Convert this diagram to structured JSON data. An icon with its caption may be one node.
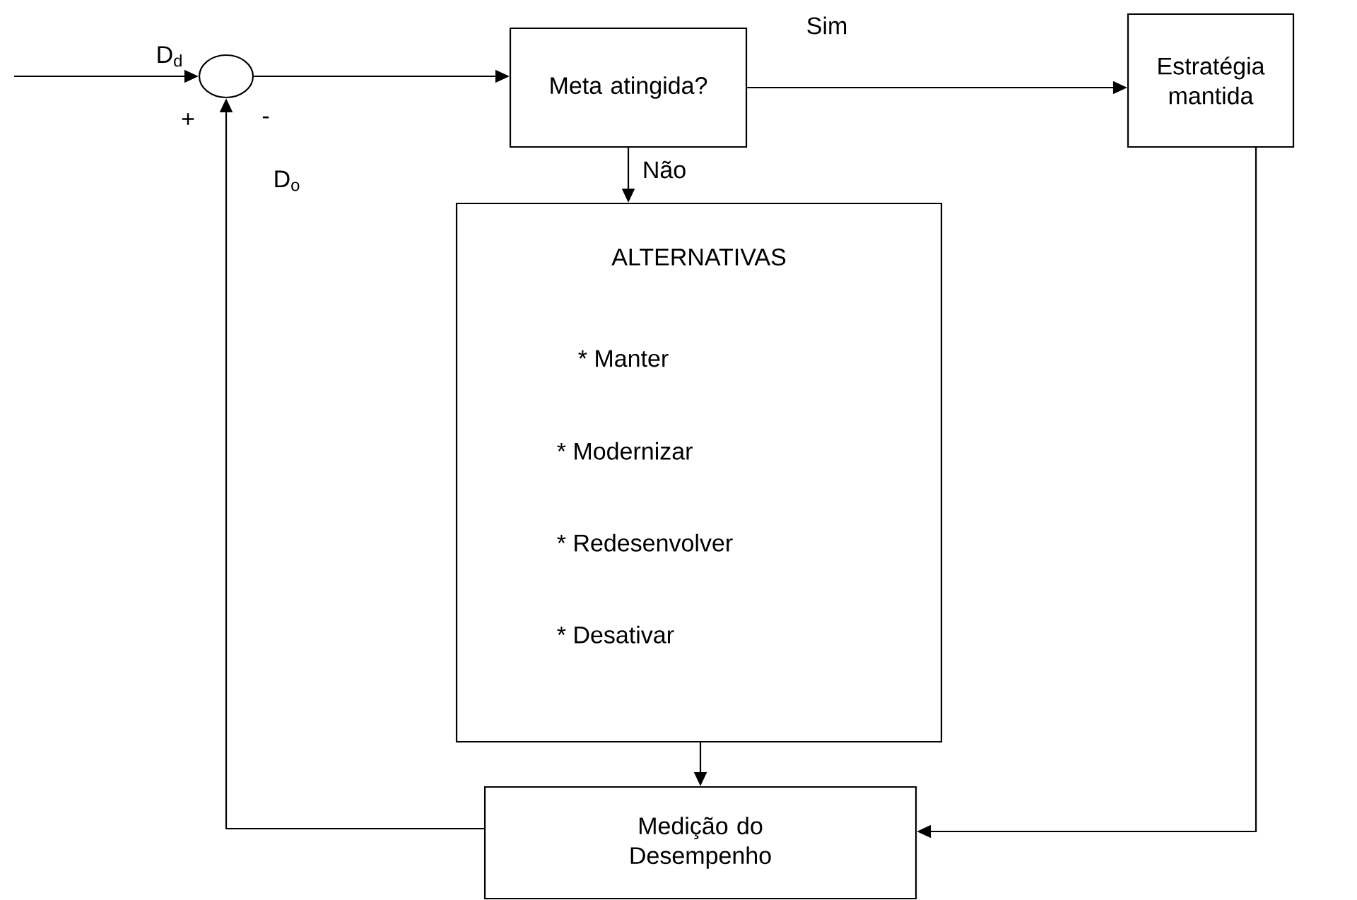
{
  "diagram": {
    "nodes": [
      {
        "text": [],
        "shape": "circle"
      },
      {
        "text": [
          "Meta atingida?"
        ]
      },
      {
        "text": [
          "Estratégia mantida"
        ]
      },
      {
        "text": [
          "ALTERNATIVAS",
          "* Manter",
          "* Modernizar",
          "* Redesenvolver",
          "* Desativar"
        ]
      },
      {
        "text": [
          "Medição do Desempenho"
        ]
      }
    ],
    "edges": [
      {
        "from": null,
        "to": 0,
        "arrow": "to",
        "label": "D$_{d}$"
      },
      {
        "from": 0,
        "to": 1,
        "arrow": "to"
      },
      {
        "from": 1,
        "to": 2,
        "arrow": "to",
        "label": "Sim"
      },
      {
        "from": 1,
        "to": 3,
        "arrow": "to",
        "label": "Não"
      },
      {
        "from": 3,
        "to": 4,
        "arrow": "to"
      },
      {
        "from": 2,
        "to": 4,
        "arrow": "to"
      },
      {
        "from": 4,
        "to": 0,
        "arrow": "to",
        "label": "D$_{o}$"
      }
    ],
    "labels": [
      "+",
      "-"
    ]
  }
}
